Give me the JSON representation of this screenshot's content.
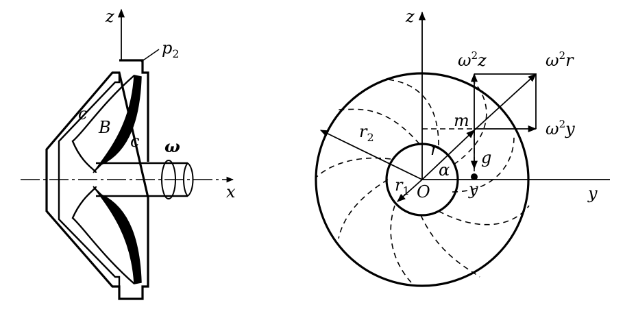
{
  "left_view": {
    "axis_z": "z",
    "axis_x": "x",
    "label_p": "p",
    "label_p_sub": "2",
    "label_c_outer": "c",
    "label_c_inner": "c",
    "label_B": "B",
    "label_omega": "ω"
  },
  "right_view": {
    "axis_z": "z",
    "axis_y": "y",
    "label_omega2z": "ω",
    "label_omega2z_sup": "2",
    "label_omega2z_var": "z",
    "label_omega2r": "ω",
    "label_omega2r_sup": "2",
    "label_omega2r_var": "r",
    "label_omega2y": "ω",
    "label_omega2y_sup": "2",
    "label_omega2y_var": "y",
    "label_m": "m",
    "label_r2": "r",
    "label_r2_sub": "2",
    "label_r_mid": "r",
    "label_r1": "r",
    "label_r1_sub": "1",
    "label_alpha": "α",
    "label_g": "g",
    "label_O": "O",
    "label_y_point": "y"
  },
  "colors": {
    "ink": "#000000",
    "paper": "#ffffff"
  }
}
